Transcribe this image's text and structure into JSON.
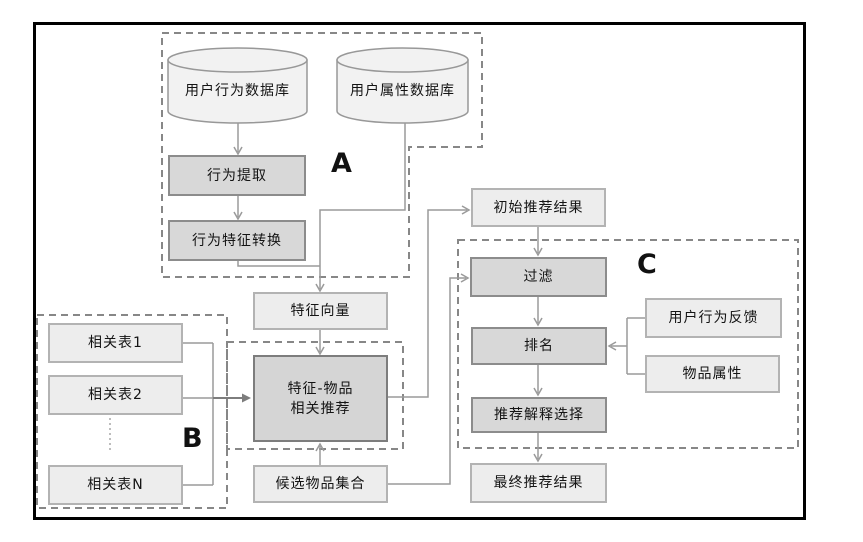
{
  "diagram": {
    "regions": {
      "a": "A",
      "b": "B",
      "c": "C"
    },
    "nodes": {
      "user_behavior_db": "用户行为数据库",
      "user_attr_db": "用户属性数据库",
      "behavior_extract": "行为提取",
      "behavior_feature_convert": "行为特征转换",
      "feature_vector": "特征向量",
      "feature_item_rec_line1": "特征-物品",
      "feature_item_rec_line2": "相关推荐",
      "related_table_1": "相关表1",
      "related_table_2": "相关表2",
      "related_table_n": "相关表N",
      "candidate_item_set": "候选物品集合",
      "initial_rec_result": "初始推荐结果",
      "filter": "过滤",
      "ranking": "排名",
      "rec_explain_select": "推荐解释选择",
      "final_rec_result": "最终推荐结果",
      "user_behavior_feedback": "用户行为反馈",
      "item_attr": "物品属性"
    },
    "colors": {
      "frame": "#000000",
      "line": "#9a9a9a",
      "dash": "#878787",
      "box_light_fill": "#ededed",
      "box_light_border": "#b3b3b3",
      "box_dark_fill": "#d8d8d8",
      "box_dark_border": "#8c8c8c"
    }
  }
}
